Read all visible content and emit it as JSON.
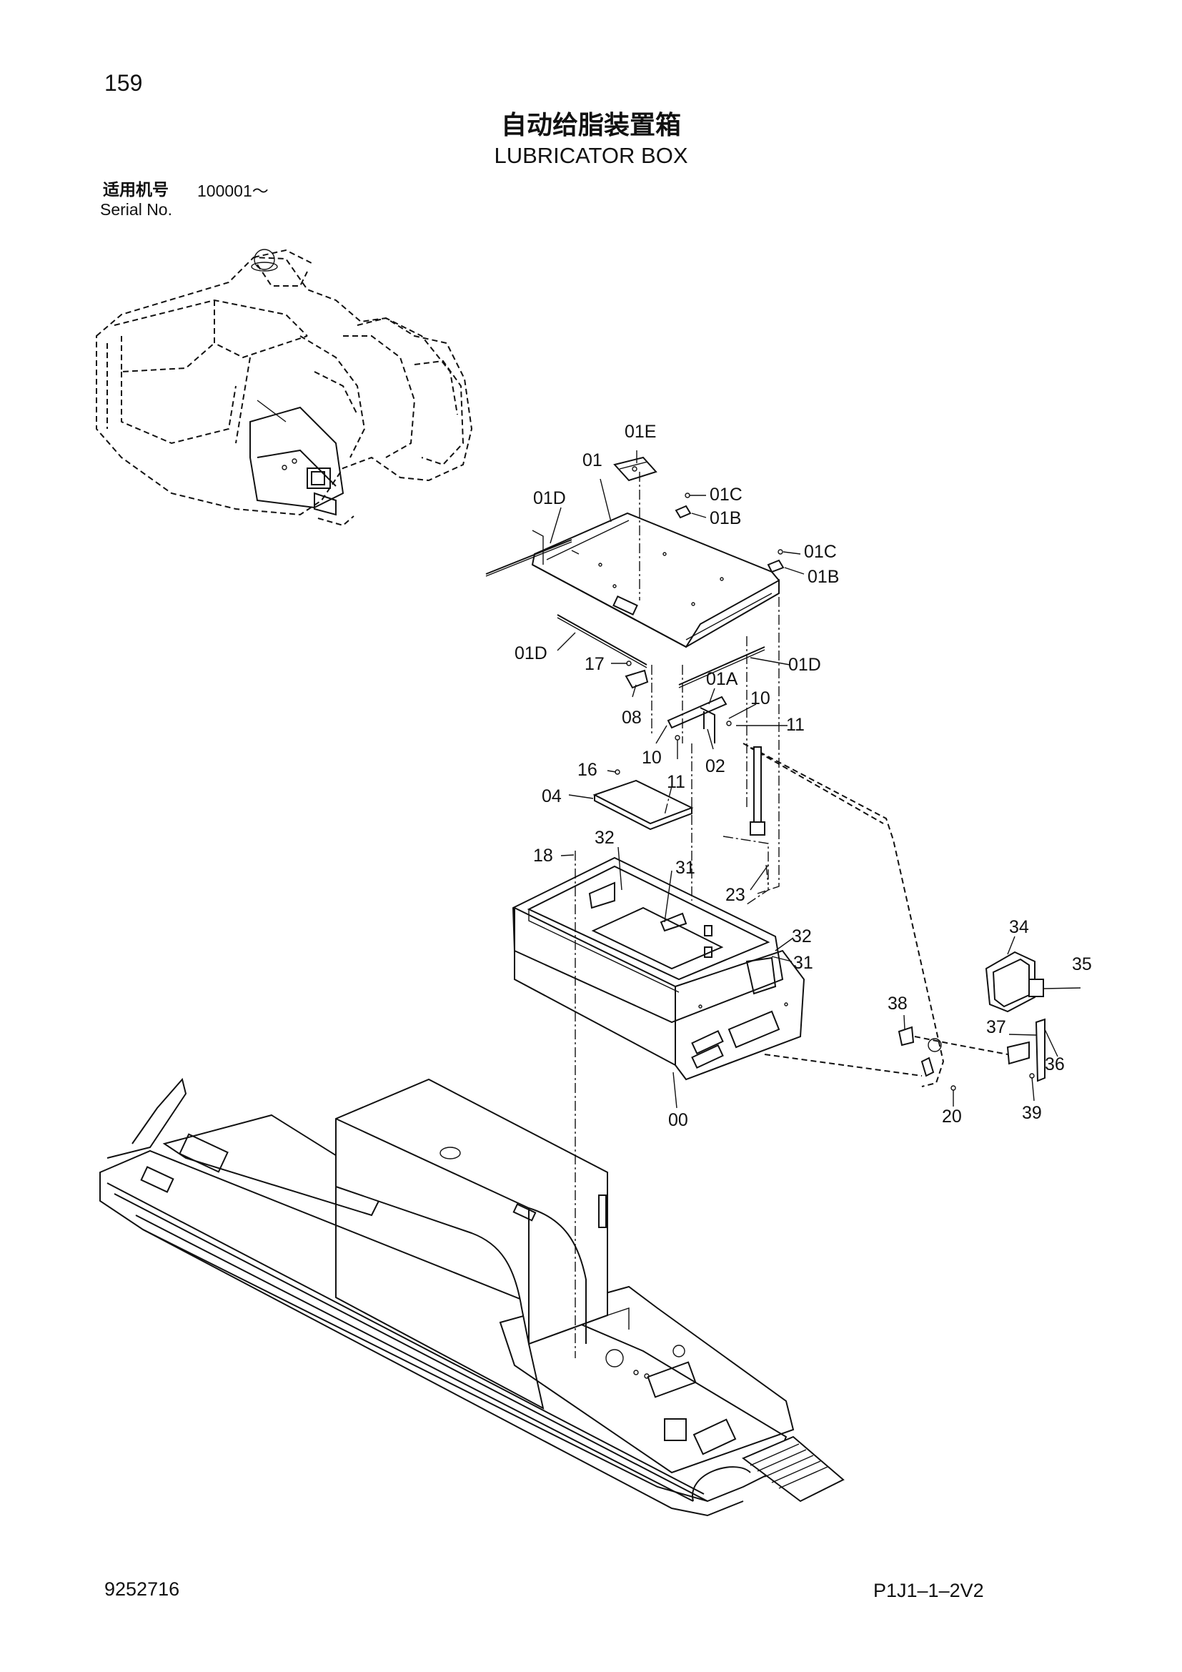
{
  "header": {
    "page_number": "159",
    "title_cn": "自动给脂装置箱",
    "title_en": "LUBRICATOR BOX",
    "serial_label_cn": "适用机号",
    "serial_range": "100001～",
    "serial_label_en": "Serial No."
  },
  "footer": {
    "doc_number": "9252716",
    "page_code": "P1J1–1–2V2"
  },
  "callouts": [
    {
      "id": "01E",
      "text": "01E"
    },
    {
      "id": "01",
      "text": "01"
    },
    {
      "id": "01C-a",
      "text": "01C"
    },
    {
      "id": "01B-a",
      "text": "01B"
    },
    {
      "id": "01D-a",
      "text": "01D"
    },
    {
      "id": "01C-b",
      "text": "01C"
    },
    {
      "id": "01B-b",
      "text": "01B"
    },
    {
      "id": "01D-b",
      "text": "01D"
    },
    {
      "id": "17",
      "text": "17"
    },
    {
      "id": "01D-c",
      "text": "01D"
    },
    {
      "id": "01A",
      "text": "01A"
    },
    {
      "id": "10-a",
      "text": "10"
    },
    {
      "id": "08",
      "text": "08"
    },
    {
      "id": "11-a",
      "text": "11"
    },
    {
      "id": "10-b",
      "text": "10"
    },
    {
      "id": "02",
      "text": "02"
    },
    {
      "id": "11-b",
      "text": "11"
    },
    {
      "id": "16",
      "text": "16"
    },
    {
      "id": "04",
      "text": "04"
    },
    {
      "id": "32-a",
      "text": "32"
    },
    {
      "id": "18",
      "text": "18"
    },
    {
      "id": "31-a",
      "text": "31"
    },
    {
      "id": "23",
      "text": "23"
    },
    {
      "id": "32-b",
      "text": "32"
    },
    {
      "id": "31-b",
      "text": "31"
    },
    {
      "id": "34",
      "text": "34"
    },
    {
      "id": "35",
      "text": "35"
    },
    {
      "id": "38",
      "text": "38"
    },
    {
      "id": "37",
      "text": "37"
    },
    {
      "id": "36",
      "text": "36"
    },
    {
      "id": "00",
      "text": "00"
    },
    {
      "id": "20",
      "text": "20"
    },
    {
      "id": "39",
      "text": "39"
    }
  ]
}
